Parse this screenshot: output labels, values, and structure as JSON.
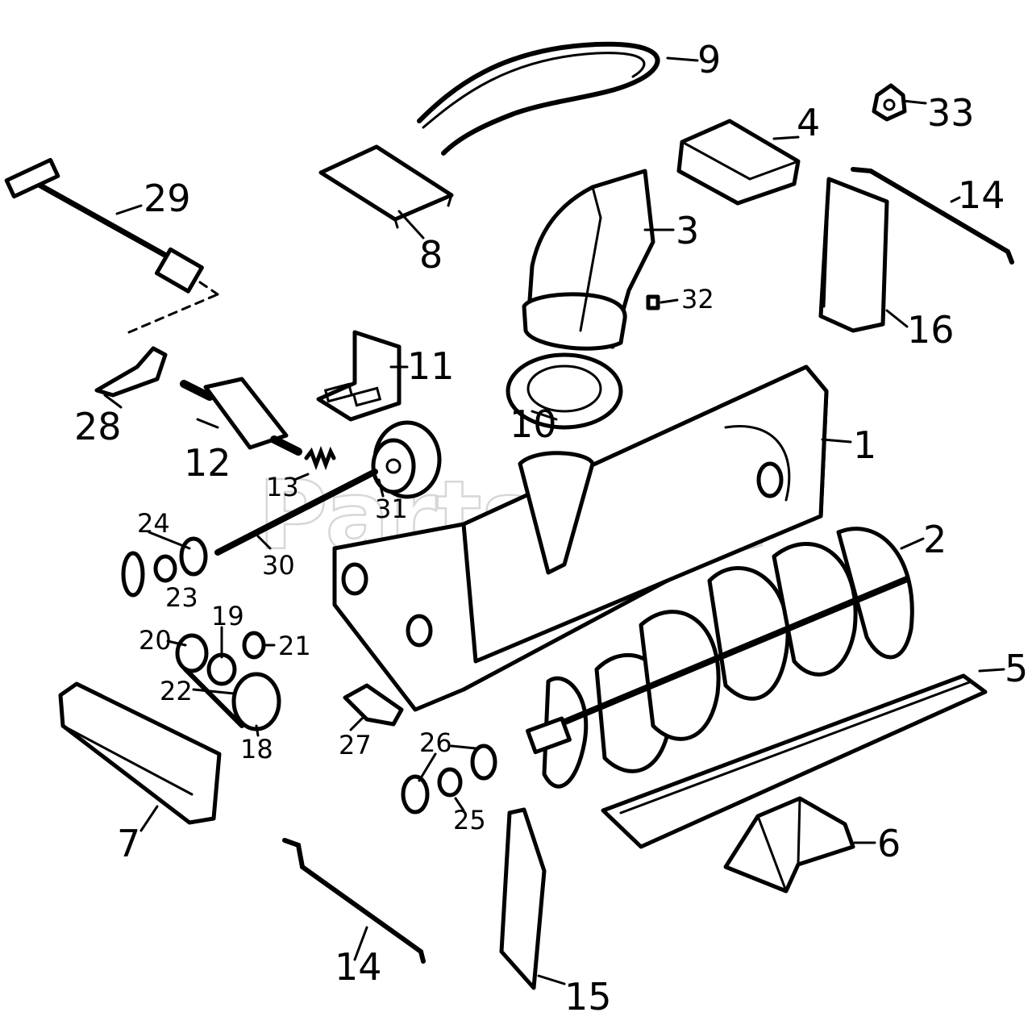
{
  "watermark": {
    "text": "PartsTree"
  },
  "callouts": {
    "c1": "1",
    "c2": "2",
    "c3": "3",
    "c4": "4",
    "c5": "5",
    "c6": "6",
    "c7": "7",
    "c8": "8",
    "c9": "9",
    "c10": "10",
    "c11": "11",
    "c12": "12",
    "c13": "13",
    "c14a": "14",
    "c14b": "14",
    "c15": "15",
    "c16": "16",
    "c18": "18",
    "c19": "19",
    "c20": "20",
    "c21": "21",
    "c22": "22",
    "c23": "23",
    "c24": "24",
    "c25": "25",
    "c26": "26",
    "c27": "27",
    "c28": "28",
    "c29": "29",
    "c30": "30",
    "c31": "31",
    "c32": "32",
    "c33": "33"
  },
  "colors": {
    "line": "#000000",
    "background": "#ffffff",
    "watermark": "#b8b8b8"
  }
}
